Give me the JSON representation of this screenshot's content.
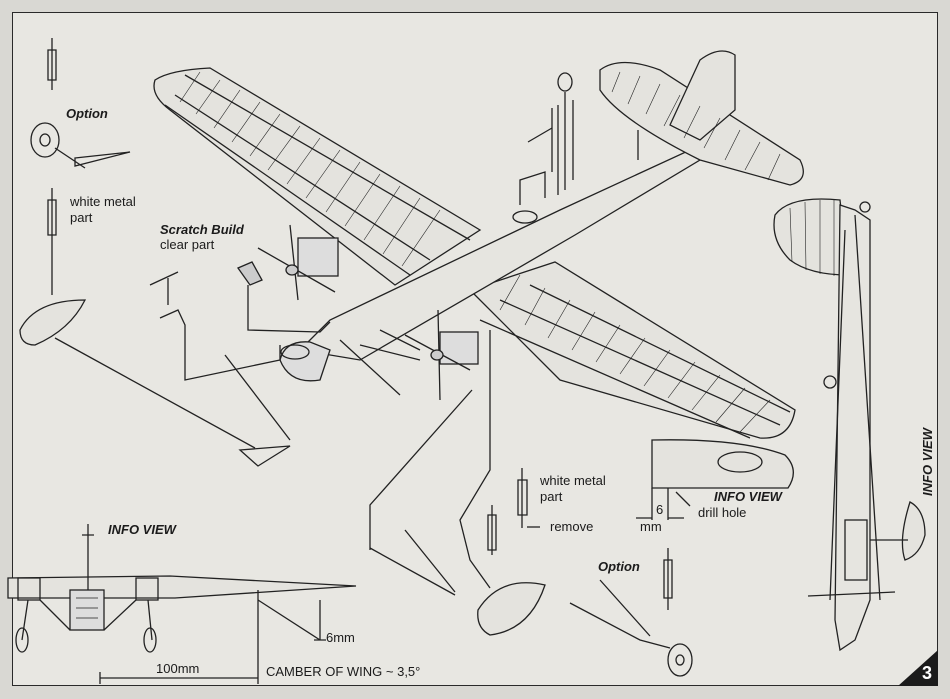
{
  "labels": {
    "option_top": "Option",
    "white_metal_top": "white metal\npart",
    "scratch_build": "Scratch Build",
    "clear_part": "clear part",
    "info_view_bottom": "INFO VIEW",
    "white_metal_mid": "white metal\npart",
    "remove": "remove",
    "info_view_right": "INFO VIEW",
    "drill_hole": "drill hole",
    "dim_6": "6",
    "dim_mm": "mm",
    "option_bottom": "Option",
    "info_view_side": "INFO VIEW",
    "dim_100mm": "100mm",
    "dim_6mm": "6mm",
    "camber": "CAMBER OF WING ~ 3,5°",
    "page_number": "3"
  },
  "colors": {
    "paper": "#e8e7e2",
    "ink": "#1b1b1b"
  }
}
